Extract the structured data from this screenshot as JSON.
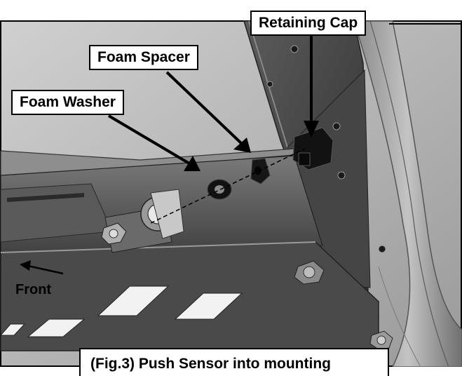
{
  "figure": {
    "callouts": {
      "retaining_cap": "Retaining Cap",
      "foam_spacer": "Foam Spacer",
      "foam_washer": "Foam Washer"
    },
    "direction_label": "Front",
    "caption": "(Fig.3) Push Sensor into mounting"
  },
  "colors": {
    "steel_dark": "#3c3c3c",
    "steel_mid": "#6e6e6e",
    "steel_light": "#a8a8a8",
    "plastic_black": "#111111",
    "frame_border": "#000000"
  }
}
